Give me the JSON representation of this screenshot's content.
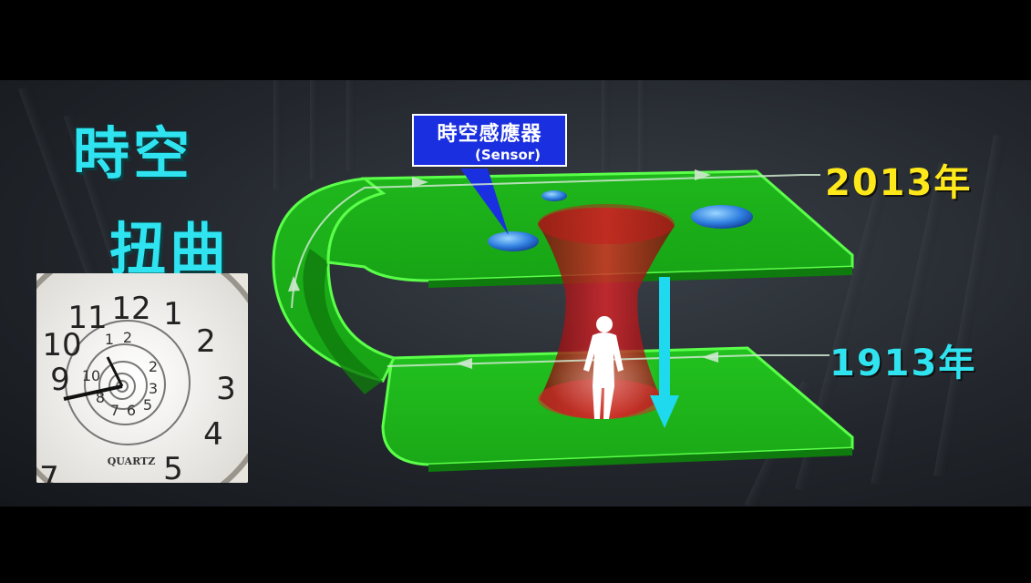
{
  "title": {
    "line1": "時空",
    "line2": "扭曲"
  },
  "sensor_label": {
    "chinese": "時空感應器",
    "english": "(Sensor)"
  },
  "years": {
    "top": "2013年",
    "bottom": "1913年"
  },
  "clock": {
    "outer_numbers": [
      "12",
      "1",
      "2",
      "3",
      "4",
      "5",
      "7",
      "9",
      "10",
      "11"
    ],
    "brand_text": "QUARTZ"
  },
  "colors": {
    "title_cyan": "#2fe4f0",
    "year_yellow": "#ffe81a",
    "plane_green": "#23c21f",
    "wormhole_red": "#c8171b",
    "arrow_cyan": "#1fd9ee",
    "sensor_blue": "#1a2fe0"
  },
  "icons": [
    "person-silhouette-icon",
    "down-arrow-icon",
    "flow-arrow-icon"
  ]
}
